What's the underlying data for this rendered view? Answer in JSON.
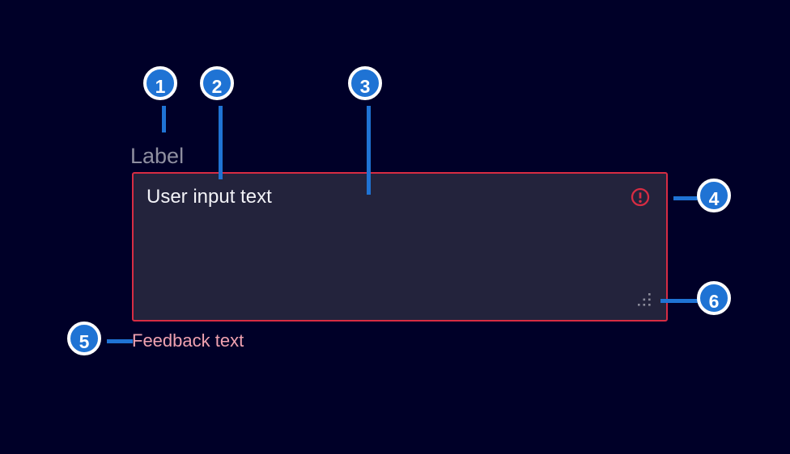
{
  "figure": {
    "description": "Textarea component, error state, annotated"
  },
  "colors": {
    "background": "#000028",
    "field_bg": "#23233c",
    "error": "#d72c43",
    "feedback_text": "#f0a2b0",
    "label_text": "#8f8fa0",
    "input_text": "#f2f2f7",
    "callout_bg": "#1f73d4",
    "callout_ring": "#ffffff",
    "grip_dot": "#8b8b9a"
  },
  "component": {
    "label": "Label",
    "value": "User input text",
    "feedback": "Feedback text",
    "icons": {
      "error": "exclamation-circle-icon",
      "resize": "resize-grip-icon"
    }
  },
  "callouts": [
    {
      "number": "1",
      "target": "label"
    },
    {
      "number": "2",
      "target": "text-field-container"
    },
    {
      "number": "3",
      "target": "user-input-text"
    },
    {
      "number": "4",
      "target": "error-icon"
    },
    {
      "number": "5",
      "target": "feedback-text"
    },
    {
      "number": "6",
      "target": "resize-handle"
    }
  ]
}
